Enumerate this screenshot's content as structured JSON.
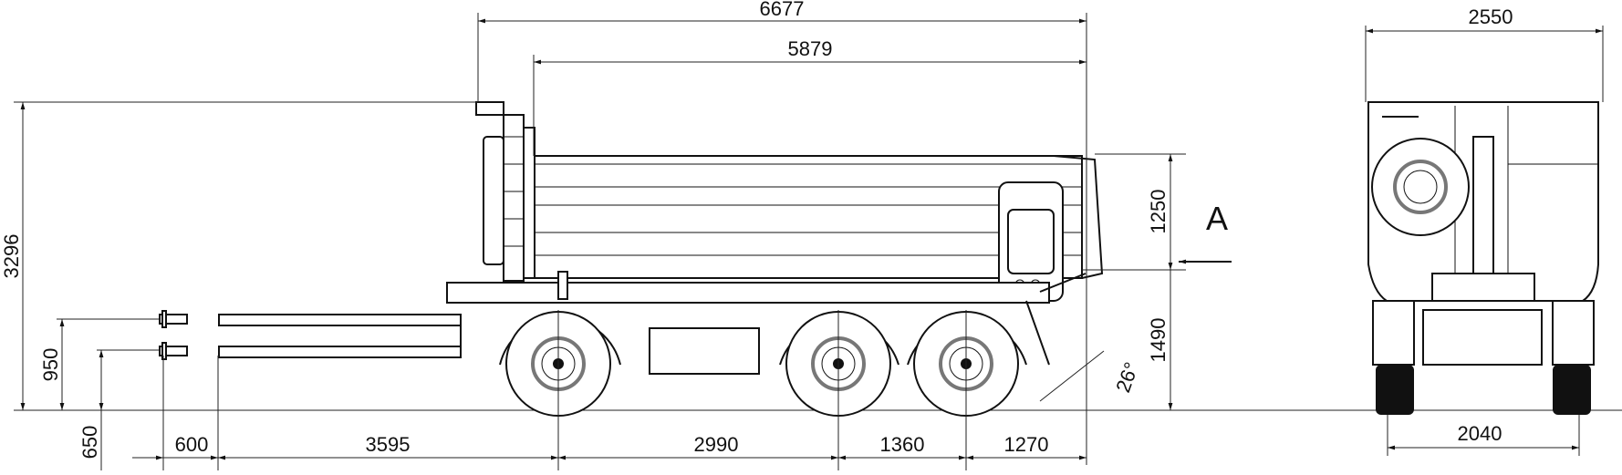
{
  "drawing": {
    "side_view": {
      "overall_length": "6677",
      "body_length": "5879",
      "overall_height": "3296",
      "body_height": "1250",
      "platform_height": "1490",
      "drawbar_height_upper": "950",
      "drawbar_height_lower": "650",
      "drawbar_eye_offset": "600",
      "drawbar_to_axle1": "3595",
      "axle1_to_axle2": "2990",
      "axle2_to_axle3": "1360",
      "rear_overhang": "1270",
      "tipping_angle": "26°",
      "view_marker": "A"
    },
    "rear_view": {
      "overall_width": "2550",
      "track_width": "2040"
    }
  }
}
